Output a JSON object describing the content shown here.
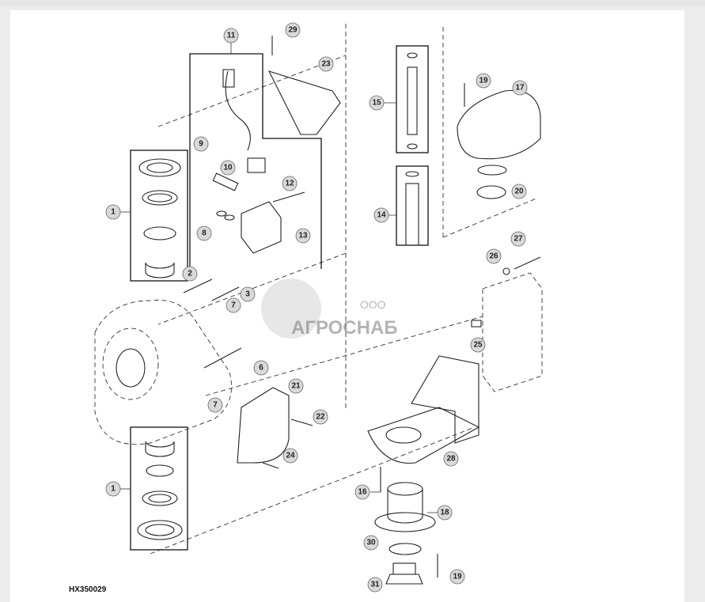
{
  "diagram": {
    "drawing_code": "HX350029",
    "watermark": {
      "prefix": "ООО",
      "company": "АГРОСНАБ"
    },
    "callouts": [
      "1",
      "1",
      "2",
      "3",
      "6",
      "7",
      "7",
      "8",
      "9",
      "10",
      "11",
      "12",
      "13",
      "14",
      "15",
      "16",
      "17",
      "18",
      "19",
      "19",
      "20",
      "21",
      "22",
      "23",
      "24",
      "25",
      "26",
      "27",
      "28",
      "29",
      "30",
      "31"
    ]
  }
}
